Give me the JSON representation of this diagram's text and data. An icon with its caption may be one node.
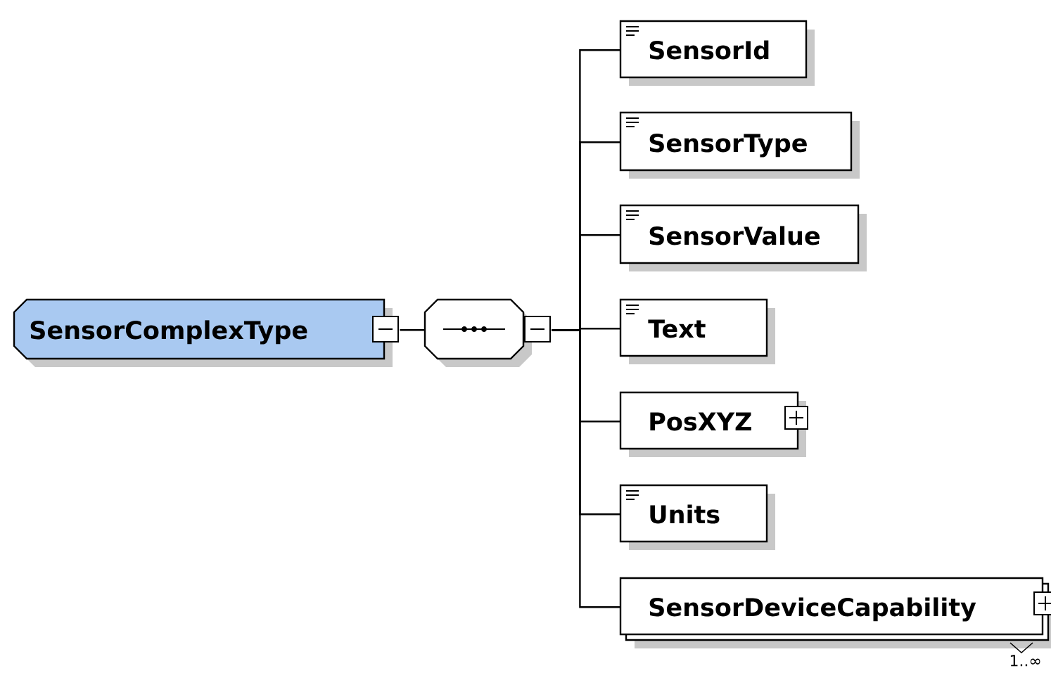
{
  "diagram": {
    "nodes": [
      {
        "text": [
          "SensorComplexType"
        ]
      },
      {
        "text": [],
        "shape": "octagon"
      },
      {
        "text": [
          "SensorId"
        ]
      },
      {
        "text": [
          "SensorType"
        ]
      },
      {
        "text": [
          "SensorValue"
        ]
      },
      {
        "text": [
          "Text"
        ]
      },
      {
        "text": [
          "PosXYZ"
        ]
      },
      {
        "text": [
          "Units"
        ]
      },
      {
        "text": [
          "SensorDeviceCapability"
        ],
        "beside": [
          "1..∞"
        ]
      }
    ],
    "edges": [
      {
        "from": 0,
        "to": 1,
        "arrow": "none"
      },
      {
        "from": 1,
        "to": 2,
        "arrow": "none"
      },
      {
        "from": 1,
        "to": 3,
        "arrow": "none"
      },
      {
        "from": 1,
        "to": 4,
        "arrow": "none"
      },
      {
        "from": 1,
        "to": 5,
        "arrow": "none"
      },
      {
        "from": 1,
        "to": 6,
        "arrow": "none"
      },
      {
        "from": 1,
        "to": 7,
        "arrow": "none"
      },
      {
        "from": 1,
        "to": 8,
        "arrow": "none"
      }
    ]
  }
}
